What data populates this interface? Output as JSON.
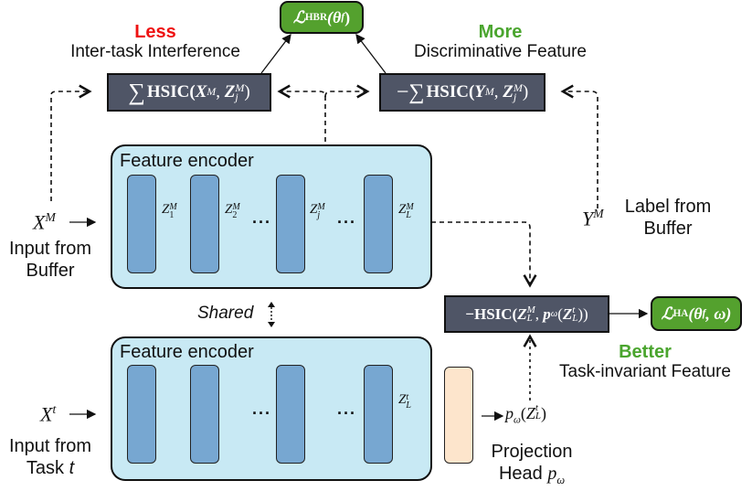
{
  "top_loss": {
    "symbol": "ℒ",
    "subscript": "HBR",
    "arg": "(θ",
    "arg_sub": "f",
    "arg_close": ")"
  },
  "left_annotation": {
    "emphasis": "Less",
    "text": "Inter-task Interference"
  },
  "right_annotation": {
    "emphasis": "More",
    "text": "Discriminative Feature"
  },
  "hsic_x": {
    "prefix": "∑",
    "func": "HSIC(",
    "var1": "X",
    "var1_sup": "M",
    "sep": ", ",
    "var2": "Z",
    "var2_sub": "j",
    "var2_sup": "M",
    "close": ")"
  },
  "hsic_y": {
    "prefix": "−∑",
    "func": "HSIC(",
    "var1": "Y",
    "var1_sup": "M",
    "sep": ", ",
    "var2": "Z",
    "var2_sub": "j",
    "var2_sup": "M",
    "close": ")"
  },
  "hsic_align": {
    "prefix": "−",
    "func": "HSIC(",
    "var1": "Z",
    "var1_sub": "L",
    "var1_sup": "M",
    "sep": ", ",
    "p": "p",
    "p_sub": "ω",
    "open2": "(",
    "var2": "Z",
    "var2_sub": "L",
    "var2_sup": "t",
    "close": "))"
  },
  "ha_loss": {
    "symbol": "ℒ",
    "subscript": "HA",
    "arg": "(θ",
    "arg_sub": "f",
    "arg_rest": ", ω)"
  },
  "better_annotation": {
    "emphasis": "Better",
    "text": "Task-invariant Feature"
  },
  "encoder_top": {
    "title": "Feature encoder",
    "input_var": "X",
    "input_sup": "M",
    "input_label_line1": "Input from",
    "input_label_line2": "Buffer",
    "z_labels": [
      {
        "base": "Z",
        "sub": "1",
        "sup": "M"
      },
      {
        "base": "Z",
        "sub": "2",
        "sup": "M"
      },
      {
        "base": "Z",
        "sub": "j",
        "sup": "M"
      },
      {
        "base": "Z",
        "sub": "L",
        "sup": "M"
      }
    ],
    "ellipsis": "···"
  },
  "shared_label": "Shared",
  "encoder_bottom": {
    "title": "Feature encoder",
    "input_var": "X",
    "input_sup": "t",
    "input_label_line1": "Input from",
    "input_label_line2": "Task ",
    "input_label_task_var": "t",
    "z_last": {
      "base": "Z",
      "sub": "L",
      "sup": "t"
    },
    "ellipsis": "···"
  },
  "label_buffer": {
    "var": "Y",
    "sup": "M",
    "line1": "Label from",
    "line2": "Buffer"
  },
  "projection": {
    "output": "p",
    "output_sub": "ω",
    "output_arg_open": "(",
    "output_var": "Z",
    "output_var_sub": "L",
    "output_var_sup": "t",
    "output_arg_close": ")",
    "line1": "Projection",
    "line2": "Head ",
    "head_var": "p",
    "head_sub": "ω"
  },
  "colors": {
    "less": "#ee1111",
    "more": "#4aa52e",
    "loss_box": "#54a12e",
    "hsic_box": "#4f5566",
    "encoder_bg": "#c8e9f4",
    "layer": "#77a7d1",
    "projection_head": "#fde5cc"
  }
}
